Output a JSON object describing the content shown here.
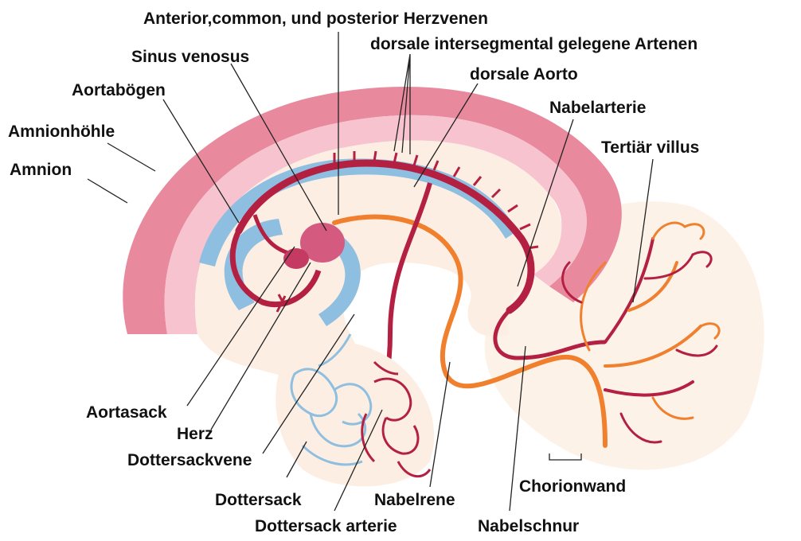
{
  "labels": {
    "herzvenen": "Anterior,common, und posterior Herzvenen",
    "sinus_venosus": "Sinus venosus",
    "dorsale_arterien": "dorsale intersegmental gelegene Artenen",
    "dorsale_aorta": "dorsale Aorto",
    "aortaboegen": "Aortabögen",
    "nabelarterie": "Nabelarterie",
    "amnionhoehle": "Amnionhöhle",
    "tertiaer_villus": "Tertiär villus",
    "amnion": "Amnion",
    "aortasack": "Aortasack",
    "herz": "Herz",
    "dottersackvene": "Dottersackvene",
    "dottersack": "Dottersack",
    "nabelrene": "Nabelrene",
    "chorionwand": "Chorionwand",
    "dottersack_arterie": "Dottersack arterie",
    "nabelschnur": "Nabelschnur"
  },
  "colors": {
    "amnion": "#e9899e",
    "amnion_light": "#f6c3cf",
    "embryo_body": "#fdeee3",
    "vein_blue": "#8fbfe0",
    "artery_red": "#b32042",
    "umbilical_orange": "#f07f2e",
    "heart_pink": "#d55a80"
  }
}
